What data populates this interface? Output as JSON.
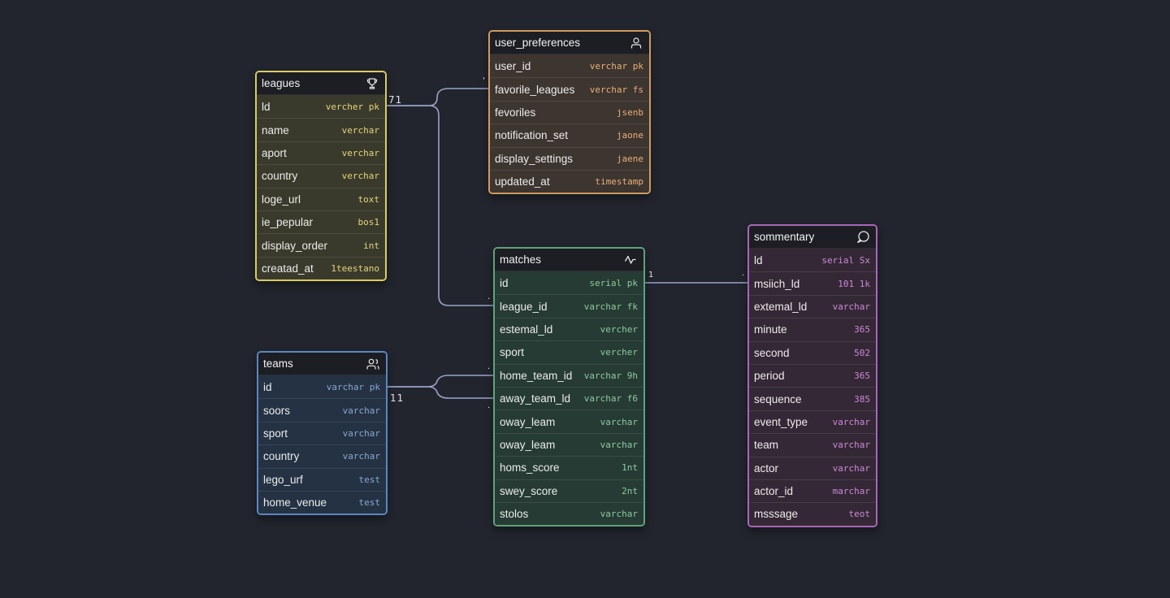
{
  "colors": {
    "background": "#22252e",
    "connector": "#9aa3c7",
    "leagues": "#d8cd62",
    "user_preferences": "#d09a60",
    "matches": "#5fa37a",
    "commentary": "#a966b8",
    "teams": "#5b86c0"
  },
  "tables": {
    "leagues": {
      "title": "leagues",
      "icon": "trophy-icon",
      "columns": [
        {
          "name": "ld",
          "type": "vercher pk"
        },
        {
          "name": "name",
          "type": "verchar"
        },
        {
          "name": "aport",
          "type": "verchar"
        },
        {
          "name": "country",
          "type": "verchar"
        },
        {
          "name": "loge_url",
          "type": "toxt"
        },
        {
          "name": "ie_pepular",
          "type": "bos1"
        },
        {
          "name": "display_order",
          "type": "int"
        },
        {
          "name": "creatad_at",
          "type": "1teestano"
        }
      ]
    },
    "user_preferences": {
      "title": "user_preferences",
      "icon": "user-icon",
      "columns": [
        {
          "name": "user_id",
          "type": "verchar pk"
        },
        {
          "name": "favorile_leagues",
          "type": "verchar fs"
        },
        {
          "name": "fevoriles",
          "type": "jsenb"
        },
        {
          "name": "notification_set",
          "type": "jaone"
        },
        {
          "name": "display_settings",
          "type": "jaene"
        },
        {
          "name": "updated_at",
          "type": "timestamp"
        }
      ]
    },
    "matches": {
      "title": "matches",
      "icon": "activity-icon",
      "columns": [
        {
          "name": "id",
          "type": "serial pk"
        },
        {
          "name": "league_id",
          "type": "varchar fk"
        },
        {
          "name": "estemal_ld",
          "type": "vercher"
        },
        {
          "name": "sport",
          "type": "vercher"
        },
        {
          "name": "home_team_id",
          "type": "varchar 9h"
        },
        {
          "name": "away_team_ld",
          "type": "varchar f6"
        },
        {
          "name": "oway_leam",
          "type": "varchar"
        },
        {
          "name": "oway_leam",
          "type": "varchar"
        },
        {
          "name": "homs_score",
          "type": "1nt"
        },
        {
          "name": "swey_score",
          "type": "2nt"
        },
        {
          "name": "stolos",
          "type": "varchar"
        }
      ]
    },
    "commentary": {
      "title": "sommentary",
      "icon": "chat-bubble-icon",
      "columns": [
        {
          "name": "ld",
          "type": "serial Sx"
        },
        {
          "name": "msiich_ld",
          "type": "101 1k"
        },
        {
          "name": "extemal_ld",
          "type": "varchar"
        },
        {
          "name": "minute",
          "type": "365"
        },
        {
          "name": "second",
          "type": "502"
        },
        {
          "name": "period",
          "type": "365"
        },
        {
          "name": "sequence",
          "type": "385"
        },
        {
          "name": "event_type",
          "type": "varchar"
        },
        {
          "name": "team",
          "type": "varchar"
        },
        {
          "name": "actor",
          "type": "varchar"
        },
        {
          "name": "actor_id",
          "type": "marchar"
        },
        {
          "name": "msssage",
          "type": "teot"
        }
      ]
    },
    "teams": {
      "title": "teams",
      "icon": "users-icon",
      "columns": [
        {
          "name": "id",
          "type": "varchar pk"
        },
        {
          "name": "soors",
          "type": "varchar"
        },
        {
          "name": "sport",
          "type": "varchar"
        },
        {
          "name": "country",
          "type": "varchar"
        },
        {
          "name": "lego_urf",
          "type": "test"
        },
        {
          "name": "home_venue",
          "type": "test"
        }
      ]
    }
  },
  "relations": [
    {
      "from": "leagues.id",
      "to": "user_preferences.favorile_leagues",
      "from_label": "71",
      "to_label": "'"
    },
    {
      "from": "leagues.id",
      "to": "matches.league_id",
      "from_label": "71",
      "to_label": "."
    },
    {
      "from": "teams.id",
      "to": "matches.home_team_id",
      "from_label": "11",
      "to_label": "."
    },
    {
      "from": "teams.id",
      "to": "matches.away_team_ld",
      "from_label": "11",
      "to_label": "."
    },
    {
      "from": "matches.id",
      "to": "commentary.msiich_ld",
      "from_label": "1",
      "to_label": "."
    }
  ]
}
